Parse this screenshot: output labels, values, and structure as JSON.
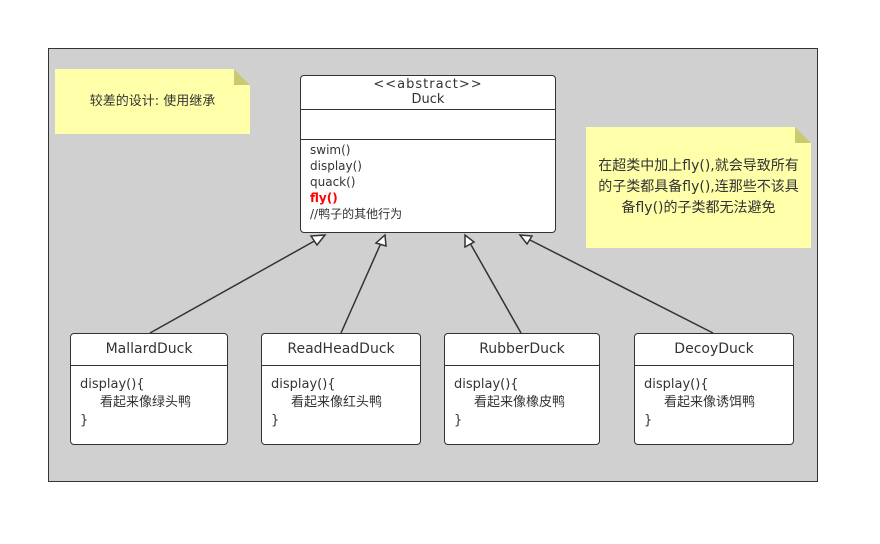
{
  "notes": {
    "left": "较差的设计: 使用继承",
    "right": "在超类中加上fly(),就会导致所有的子类都具备fly(),连那些不该具备fly()的子类都无法避免"
  },
  "duck": {
    "stereotype": "<<abstract>>",
    "name": "Duck",
    "methods": [
      "swim()",
      "display()",
      "quack()"
    ],
    "highlight_method": "fly()",
    "comment": "//鸭子的其他行为",
    "highlight_color": "#ff0000"
  },
  "subclasses": [
    {
      "name": "MallardDuck",
      "l1": "display(){",
      "l2": "看起来像绿头鸭",
      "l3": "}"
    },
    {
      "name": "ReadHeadDuck",
      "l1": "display(){",
      "l2": "看起来像红头鸭",
      "l3": "}"
    },
    {
      "name": "RubberDuck",
      "l1": "display(){",
      "l2": "看起来像橡皮鸭",
      "l3": "}"
    },
    {
      "name": "DecoyDuck",
      "l1": "display(){",
      "l2": "看起来像诱饵鸭",
      "l3": "}"
    }
  ],
  "colors": {
    "background": "#d0d0d0",
    "note": "#ffffaa"
  }
}
